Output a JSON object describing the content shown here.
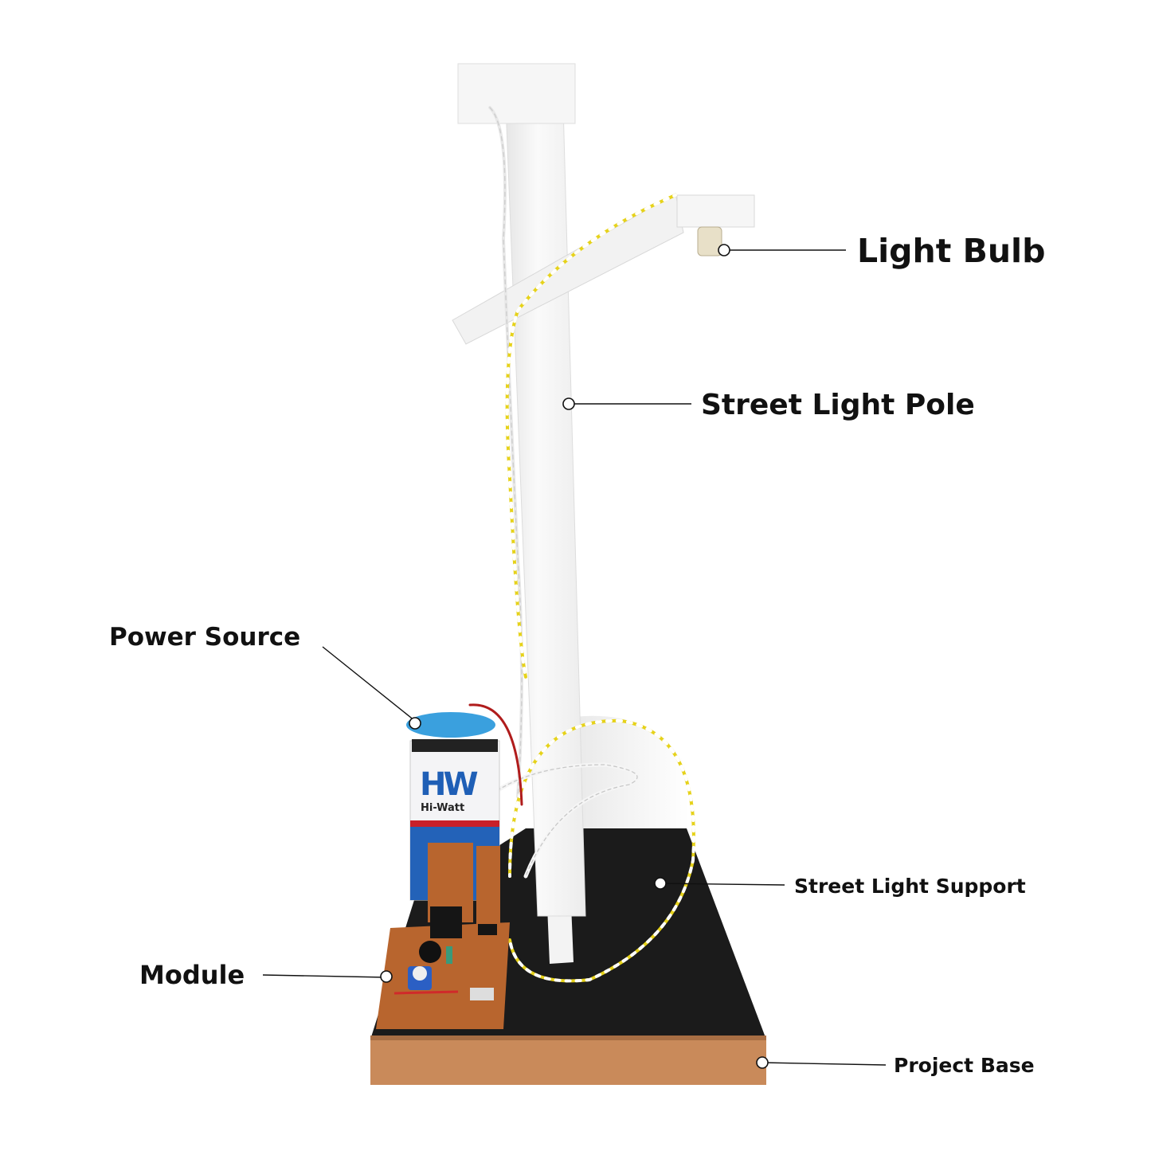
{
  "labels": {
    "light_bulb": "Light Bulb",
    "street_light_pole": "Street Light Pole",
    "power_source": "Power Source",
    "street_light_support": "Street Light Support",
    "module": "Module",
    "project_base": "Project Base"
  },
  "battery": {
    "brand_logo": "HW",
    "brand_name": "Hi-Watt"
  },
  "colors": {
    "base_top": "#1b1b1b",
    "base_edge": "#c98a5a",
    "pole": "#f4f4f4",
    "pcb": "#b8652e",
    "battery_cap": "#3aa0de",
    "wire_yellow": "#e6d21a"
  }
}
